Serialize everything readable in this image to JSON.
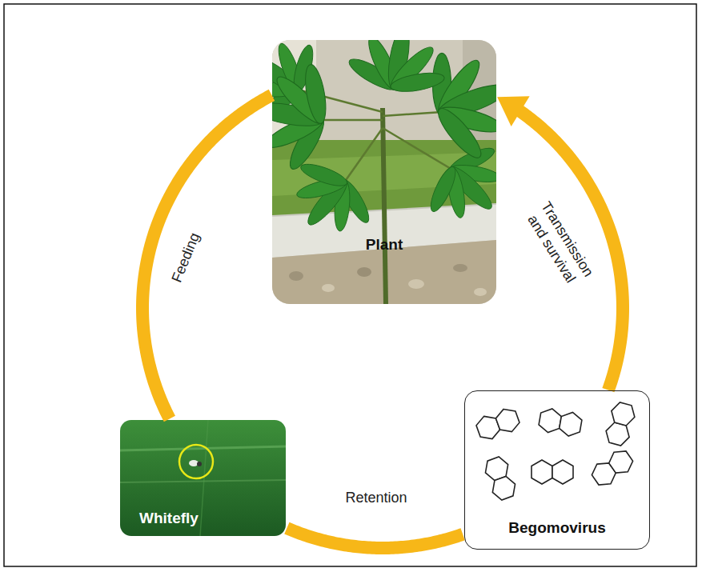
{
  "diagram": {
    "nodes": [
      {
        "text": [
          "Plant"
        ]
      },
      {
        "text": [
          "Whitefly"
        ]
      },
      {
        "text": [
          "Begomovirus"
        ]
      }
    ],
    "edges": [
      {
        "from": 1,
        "to": 0,
        "arrow": "none",
        "label": "Feeding"
      },
      {
        "from": 2,
        "to": 0,
        "arrow": "to",
        "label": "Transmission and survival"
      },
      {
        "from": 2,
        "to": 1,
        "arrow": "none",
        "label": "Retention"
      }
    ]
  }
}
